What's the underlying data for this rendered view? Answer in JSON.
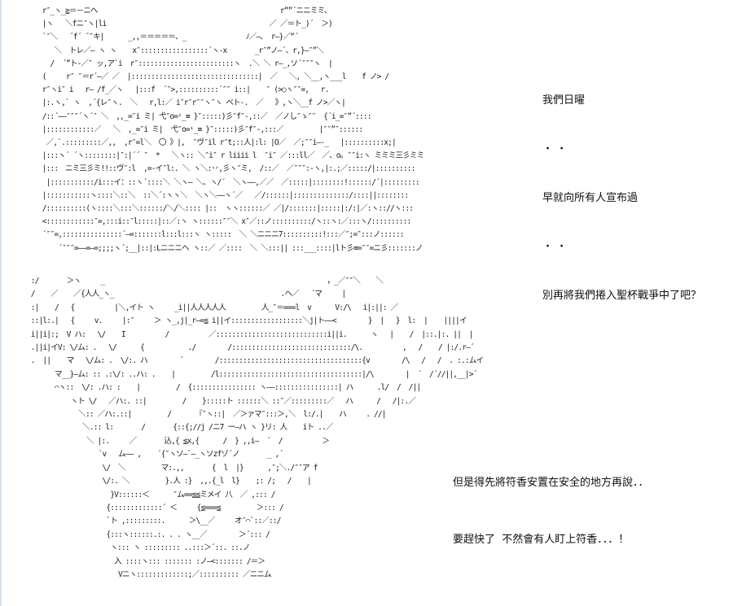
{
  "art": {
    "top_panel": "  r″_ヽ_≧＝－ニへ                                              r””´ニニミミ、\n  |ヽ   ＼fニ″ヽ|li                                         ／ ／＝ト_)´  ＞)\n  `″＼   ´f´ ˜″キ|      _,,＝＝＝＝＝、_               ﾉ／—、 r—}／”´\n     ＼  トレ／— ヽ ヽ    x″:::::::::::::::::´ヽ-x       _r″”ノ—´、r,}—″”＼\n    /  ´”ト-／″ ッ,ア`i  r″::::::::::::::::::::::::ヽ  .＼ ＼ r—_,ソ´″″″ヽ  |\n  (     r″ ″＝r´—／ ／  |::::::::::::::::::::::::::::::::|  ／   ＼, ＼__,ヽ___l    f ノ> /\n  r″ヽi″ i   r— /f_／ヽ   |:::f  ´″>,::::::::::´″″ i::|    ″ (>○ヽ″″=,   r.\n  |:.ヽ,` ヽ  ,´{レ″ヽ.  ＼   r,l:／ i″r″r″″ヽ″ヽ ベト-.  ／   》,ヽ＼__f ノ>／ヽ|\n  /::´——″″″´ヽ´″ ＼  ,,_=″i ミ| 弋″o=ⁱ_≡ }″:::::)彡″f″-,::／  ／ノし″ゝ″″  {´i_=″”´::::\n  |::::::::::::／   ＼  ,_=″i ミ|  弋″o=ⁱ_≡ }″:::::)彡″f″-,:::／         |″″”″::::::\n   ／,`.:::::::::／,,  ,r″=l＼  〇 》|,  ″ヴ″il r″t;::人|:l: |O／  ／;″″i—-_   |::::::::::x;|\n  |:::ヽ´ ´ヽ::::::::|″:|´´ ″  *   ＼ヽ:: ＼″i″ r liiii l  ″i″ ／:::ll／  ／、o。″″i:ヽ ミミミ三彡ミミ\n  |:::　ニミ三彡ミ!!::ヴ″:l  ,=-イ″l:. ＼ ヽ＼:丷,彡ヽ″ミ,  /::／  ／″″″:-ヽ,|:.;／:::::/|::::::::::\n   |:::::::::::/i:::イ：::ヽ´::::＼ ＼ヽ— ＼、ヽ/´  ＼ヽ——,／／  ／:::::|::::::::!::::::/´|:::::::::\n  |:::::::::::ヽ::::＼::＼  ::＼´:ヽヽ＼  ＼ヽ＼——ヽ´／   ／/::::::|::::::::::::::/::::||::::::::\n  /::::::::::(ヽ::::＼:::＼::::::/＼/＼:::: |::  ヽヽ::::::／ ／|/:::::::|:::::|:/:|／:ヽ:://ヽ:::\n  <::::::::::::″=,:::i::″l:::::|::／:ヽ ヽ::::::″″＼ x″／::ノ::::::::::/ヽ::ヽ:／:::ヽ/::::::::::\n  ´″″=,:::::::::::::::´—=:::::::l:::l:::ヽ ヽ:::::  ＼ ＼ニニニ7::::::::::!:::／″;=″:::ノ::::::\n      ´″″″=——=—=;;;;ヽ´;__|::|:Lニニニヘ ヽ::／ ／::::  ＼ ＼:::|| :::___::::|lト彡≡=″″=ニ彡:::::::ノ",
    "bottom_panel": "  :/       ＞ヽ     _                                                        ，_／″″＼    ＼\n  /    ／    ／{人人_ヽ_                                          .ヘ／   ´マ     |\n  :|    /   {          |＼,イト ヽ     _i||人人人人人         人_″＝===l  v      V:/\\   i|:||: ／\n  ::|l:.|   {     v.     |:″     ＞ ヽ_,j|_r—=≦ i||イ::::::::::::::::::＼j|ト——<        }  |   }  l:  |    ||||イ\n  i||i|:;  V ハ:   \\/    I          /          ／::::::::::::::::::::::::::::i||i.      ヽ   |    /  |::.|:. ||  |\n  .||i|イV: \\/ム: .   \\/      {           ./        /::::::::::::::::::::::::::::::/\\.          ,   /    / |:/.r—´\n  .  ||    マ   \\/ム: .  \\/:. ハ        ´        /::::::::::::::::::::::::::::::::::::{v        /\\   /   /  . :.:ムイ\n        マ__}—ム: :: .:\\/: ..ハ: .    |         /l::::::::::::::::::::::::::::::::::::|/\\        |  ´  /´//||,__|>´\n        ⌒ヽ::  \\/: .ハ: :    |         /  {:::::::::::::::: ヽ——::::::::::::::::| ハ      .l/  /  /||\n            ヽト \\/   ／ハ:. ::|         /    }:::::ト ::::::＼ ::″／:::::::::／   ハ      /   /|:.／\n              ＼:: ／ハ:.::|         /      『″ヽ::|  ／＞ァマ″:::＞,＼  l:/.|    ハ     . //|\n               ＼.:: l:       /       {::{;//j /ニ7 ー—ハ ヽ }リ: 人    iト ..／\n                ＼ |:.     ／       込,{ ≦x,{      /  } ,,i—  ´  /          ＞\n                   `v   ム—— ,    ´{″ヽソ—`—_ヽソzfゾ´ノ       _ ,´\n                    \\/  ＼         マ:.,,       {  l  |}      ,″;＼./″″ア f\n                    \\/:. ＼         }.人 :}  ,,.{_l  l}    ;: /;   /    |\n                      }V::::::＜      ″ム==≦≦ミメイ 八  ／ ,::: /\n                     {:::::::::::::´ ＜     {≦===≦         ＞::: /\n                     `ト ,:::::::::.      ＞\\__／     オ″⌒`::／::/\n                     {:::ヽ::::::.:. . . ヽ__／        ＞´::: /\n                      ヽ::: ヽ ::::::::: ..:::＞´::. ::.ノ\n                       入 ::::ヽ::: ::::::: :ノ—<::::::: /＝＞\n                        Vニヽ:::::::::::::;／:::::::::: ／ニニム"
  },
  "dialogue": {
    "top": [
      "我們日曜",
      "・ ・",
      "早就向所有人宣布過",
      "・ ・",
      "別再將我們捲入聖杯戰爭中了吧？"
    ],
    "bottom": [
      "但是得先將符香安置在安全的地方再說．．",
      "要趕快了  不然會有人盯上符香．．．！"
    ]
  }
}
